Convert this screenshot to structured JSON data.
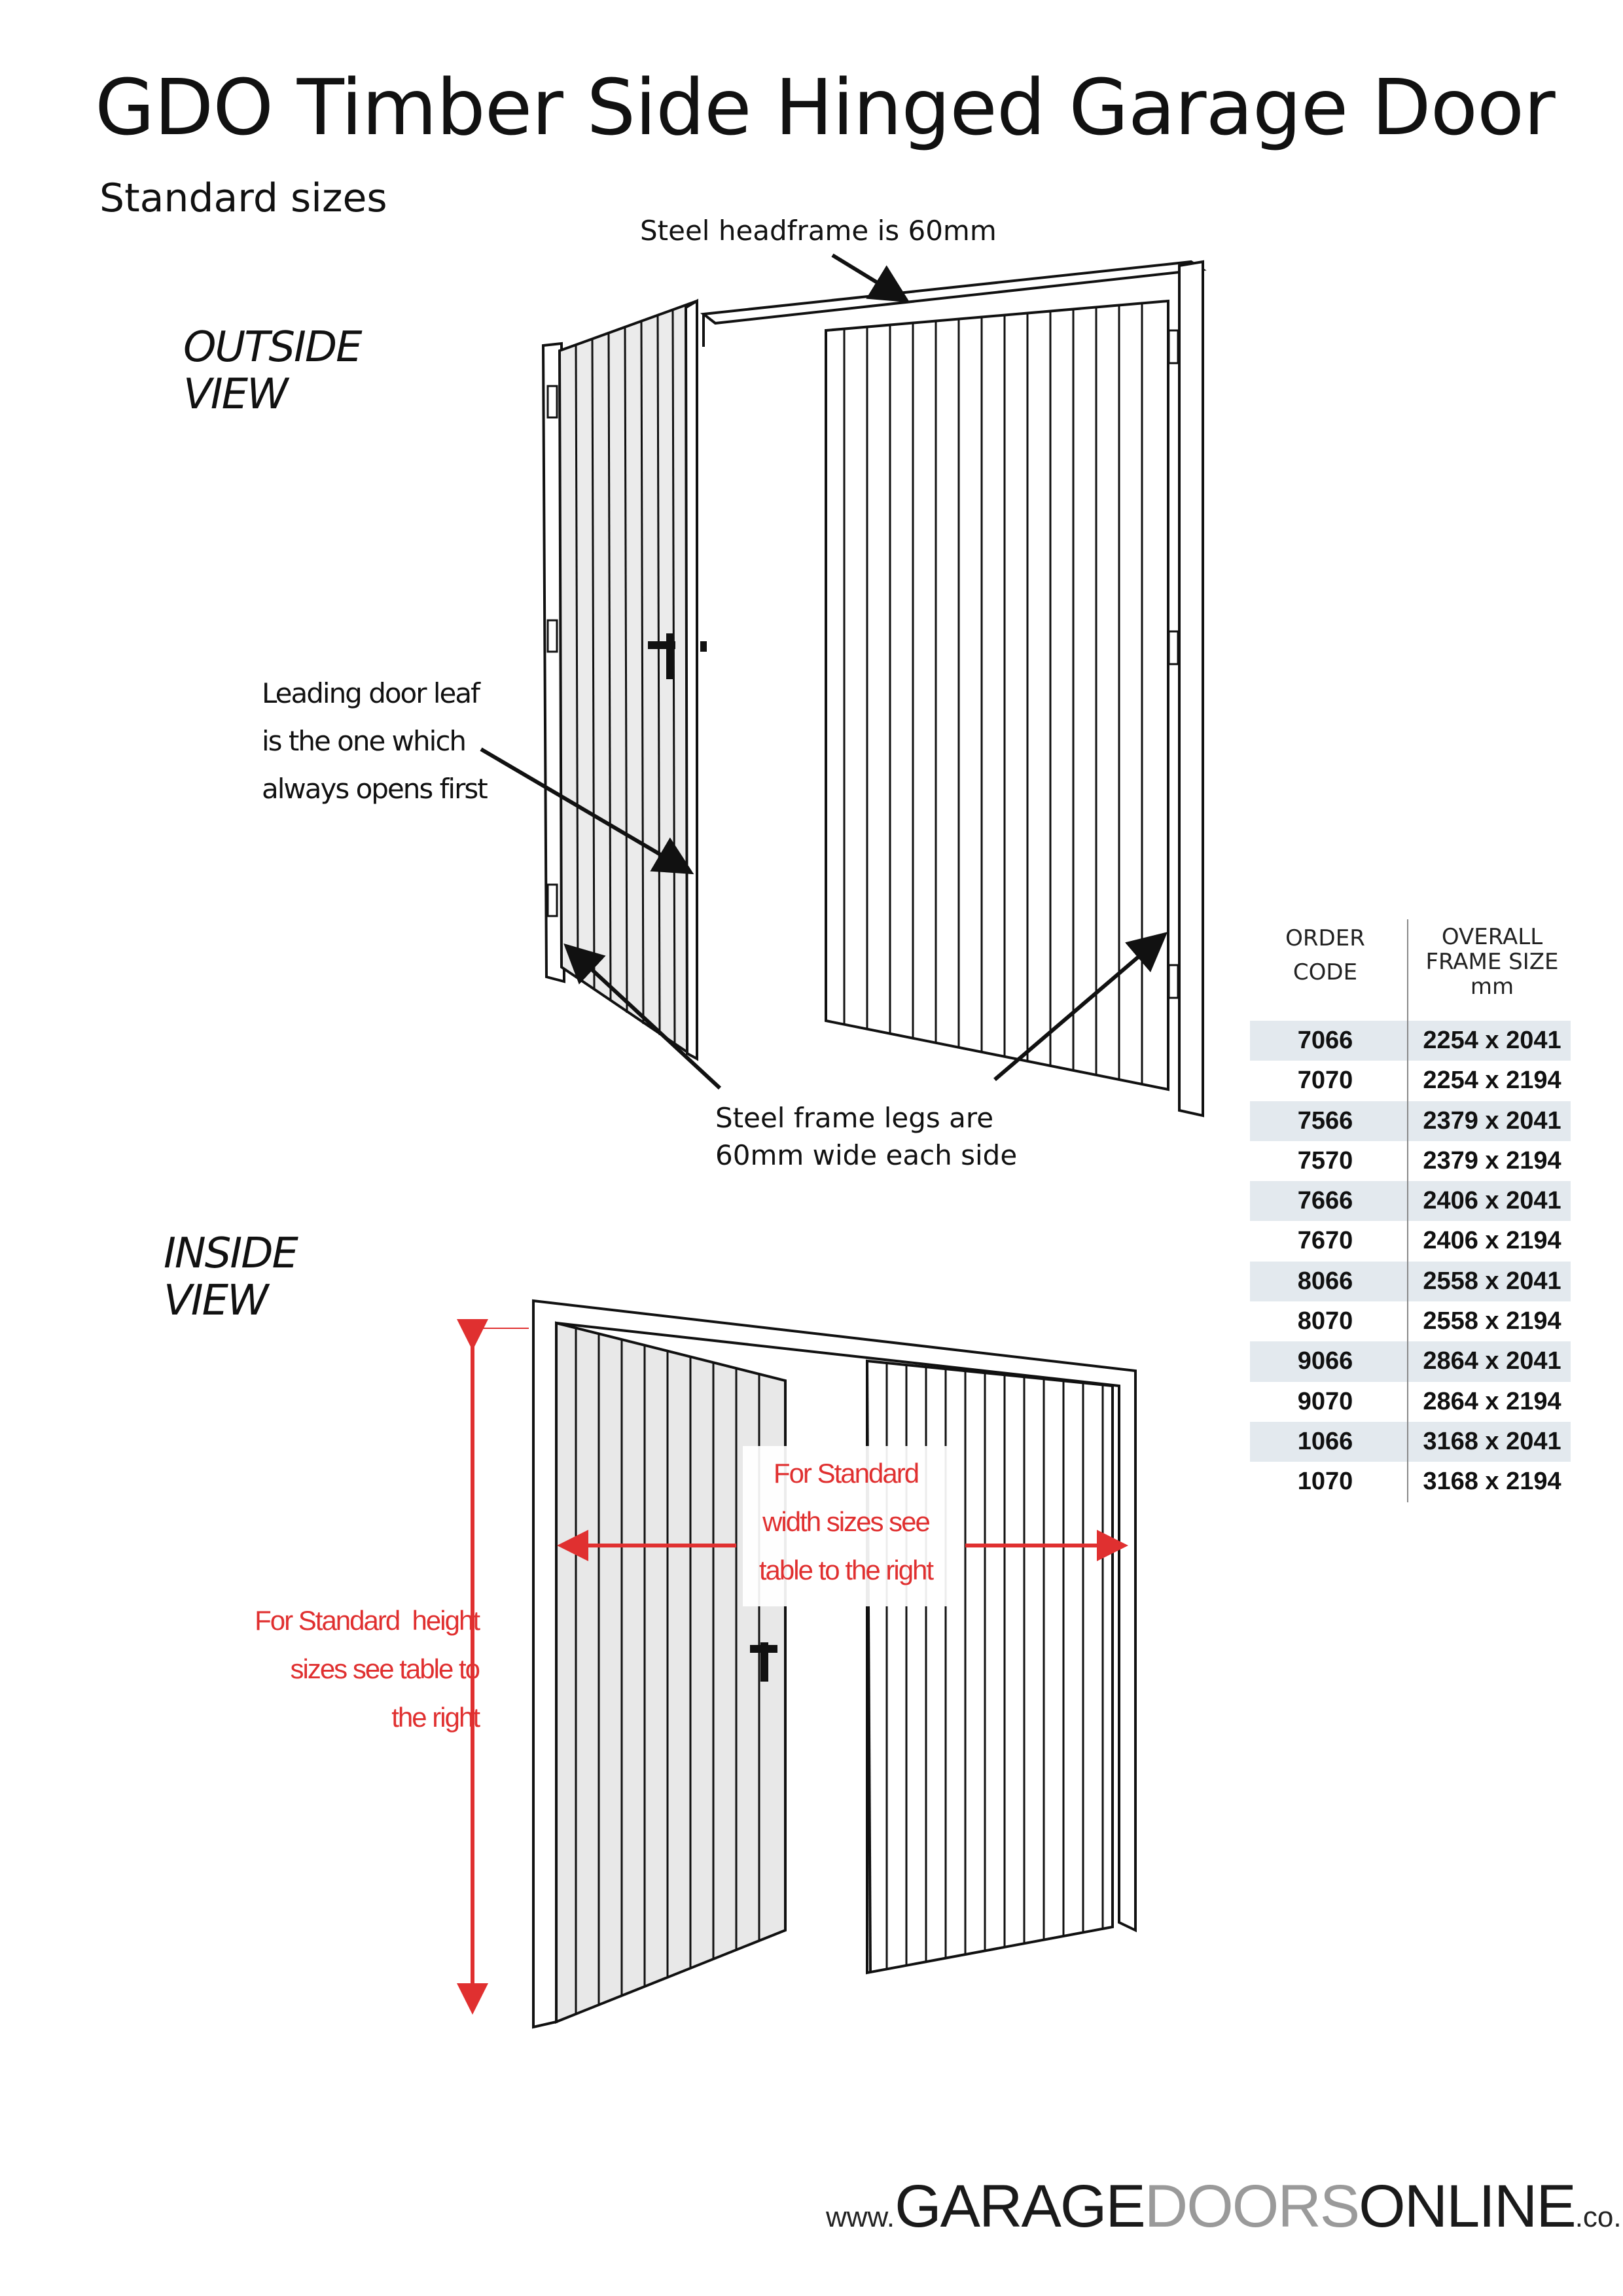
{
  "title": "GDO Timber Side Hinged Garage Door",
  "subtitle": "Standard sizes",
  "outside_view": {
    "label_line1": "OUTSIDE",
    "label_line2": "VIEW",
    "headframe_note": "Steel headframe is 60mm",
    "leading_leaf_note": [
      "Leading door leaf",
      "is the one which",
      "always opens first"
    ],
    "frame_legs_note": [
      "Steel frame legs are",
      "60mm wide each side"
    ]
  },
  "inside_view": {
    "label_line1": "INSIDE",
    "label_line2": "VIEW",
    "width_note": [
      "For Standard",
      "width sizes see",
      "table to the right"
    ],
    "height_note": [
      "For Standard  height",
      "sizes see table to",
      "the right"
    ]
  },
  "colors": {
    "annotation_red": "#e03030",
    "table_shade": "#e3e9ee"
  },
  "size_table": {
    "header_code": [
      "ORDER",
      "CODE"
    ],
    "header_size": [
      "OVERALL",
      "FRAME SIZE",
      "mm"
    ],
    "rows": [
      {
        "code": "7066",
        "size": "2254 x 2041"
      },
      {
        "code": "7070",
        "size": "2254 x 2194"
      },
      {
        "code": "7566",
        "size": "2379 x 2041"
      },
      {
        "code": "7570",
        "size": "2379 x 2194"
      },
      {
        "code": "7666",
        "size": "2406 x 2041"
      },
      {
        "code": "7670",
        "size": "2406 x 2194"
      },
      {
        "code": "8066",
        "size": "2558 x 2041"
      },
      {
        "code": "8070",
        "size": "2558 x 2194"
      },
      {
        "code": "9066",
        "size": "2864 x 2041"
      },
      {
        "code": "9070",
        "size": "2864 x 2194"
      },
      {
        "code": "1066",
        "size": "3168 x 2041"
      },
      {
        "code": "1070",
        "size": "3168 x 2194"
      }
    ]
  },
  "logo": {
    "prefix": "www.",
    "word1": "GARAGE",
    "word2": "DOORS",
    "word3": "ONLINE",
    "suffix": ".co.uk"
  }
}
